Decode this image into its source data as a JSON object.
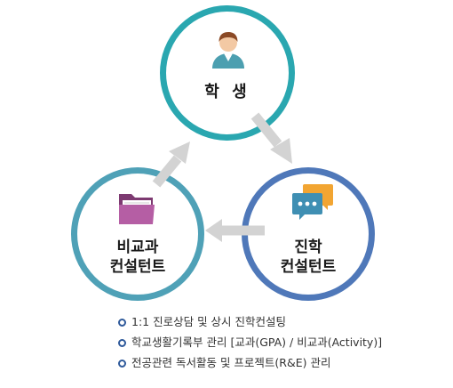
{
  "nodes": {
    "student": {
      "label": "학 생",
      "icon": "student-person-icon"
    },
    "consulting": {
      "lines": [
        "진학",
        "컨설턴트"
      ],
      "icon": "chat-bubbles-icon"
    },
    "extracurricular": {
      "lines": [
        "비교과",
        "컨설턴트"
      ],
      "icon": "folder-icon"
    }
  },
  "bullets": [
    "1:1 진로상담 및 상시 진학컨설팅",
    "학교생활기록부 관리 [교과(GPA) / 비교과(Activity)]",
    "전공관련 독서활동 및 프로젝트(R&E) 관리"
  ],
  "colors": {
    "teal_ring": "#2aa7b0",
    "blue_ring": "#4f78b9",
    "left_ring": "#4fa1b7",
    "arrow": "#d3d3d3",
    "bullet": "#2f5a9b"
  }
}
